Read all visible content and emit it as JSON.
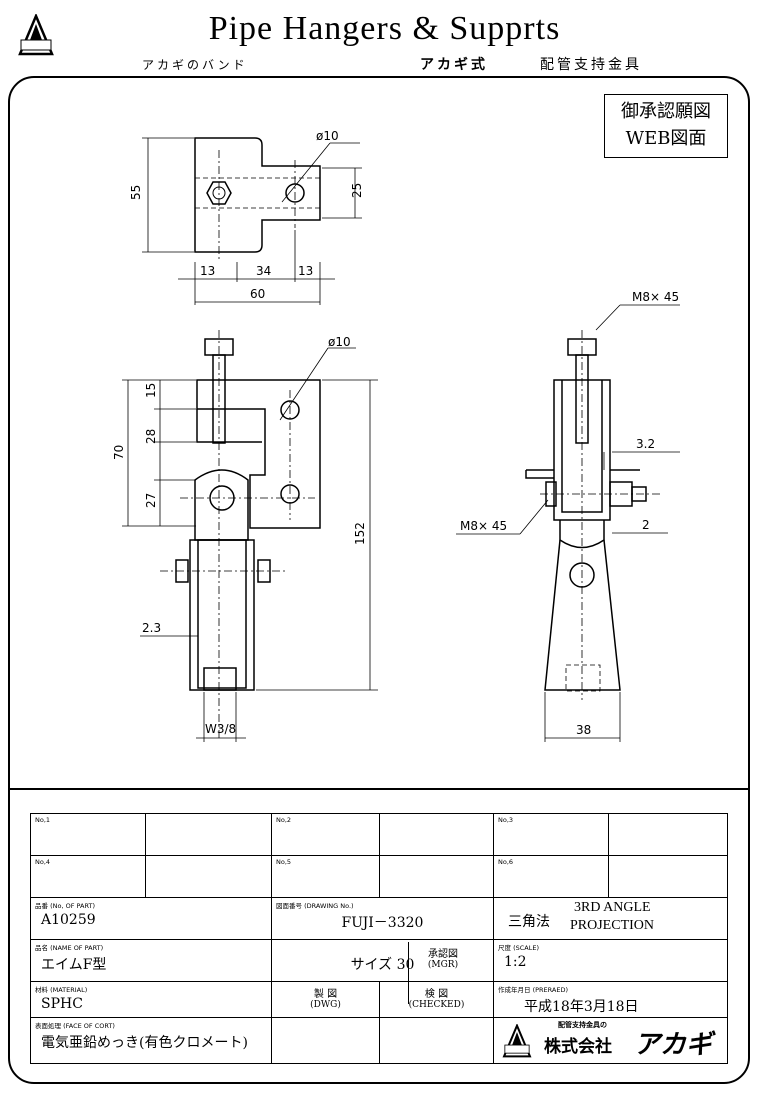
{
  "header": {
    "title": "Pipe Hangers & Supprts",
    "kana": "アカギのバンド",
    "brand": "アカギ式",
    "subtitle": "配管支持金具",
    "logo_text": "アカギ"
  },
  "approval_box": {
    "line1": "御承認願図",
    "line2": "WEB図面"
  },
  "dimensions": {
    "top_view": {
      "hole": "ø10",
      "height": "55",
      "slot": "25",
      "pitch_a": "13",
      "pitch_b": "34",
      "pitch_c": "13",
      "width": "60"
    },
    "front_view": {
      "hole": "ø10",
      "d15": "15",
      "d70": "70",
      "d28": "28",
      "d27": "27",
      "total": "152",
      "gap": "2.3",
      "thread": "W3/8"
    },
    "side_view": {
      "bolt_top": "M8× 45",
      "bolt_side": "M8× 45",
      "t32": "3.2",
      "t2": "2",
      "width": "38"
    }
  },
  "title_block": {
    "no1": "No,1",
    "no2": "No,2",
    "no3": "No,3",
    "no4": "No,4",
    "no5": "No,5",
    "no6": "No,6",
    "part_no_label": "品番 (No, OF PART)",
    "part_no": "A10259",
    "drawing_no_label": "図面番号 (DRAWING No.)",
    "drawing_no": "FUJI－3320",
    "projection_jp": "三角法",
    "projection_en1": "3RD ANGLE",
    "projection_en2": "PROJECTION",
    "part_name_label": "品名 (NAME OF PART)",
    "part_name": "エイムF型",
    "size": "サイズ 30",
    "scale_label": "尺度 (SCALE)",
    "scale": "1:2",
    "material_label": "材料 (MATERIAL)",
    "material": "SPHC",
    "dwg_jp": "製 図",
    "dwg_en": "(DWG)",
    "checked_jp": "検 図",
    "checked_en": "(CHECKED)",
    "mgr_jp": "承認図",
    "mgr_en": "(MGR)",
    "prepared_label": "作成年月日 (PRERAED)",
    "prepared": "平成18年3月18日",
    "finish_label": "表面処理 (FACE OF CORT)",
    "finish": "電気亜鉛めっき(有色クロメート)",
    "company_small": "配管支持金具の",
    "company": "株式会社",
    "company_brand": "アカギ"
  }
}
